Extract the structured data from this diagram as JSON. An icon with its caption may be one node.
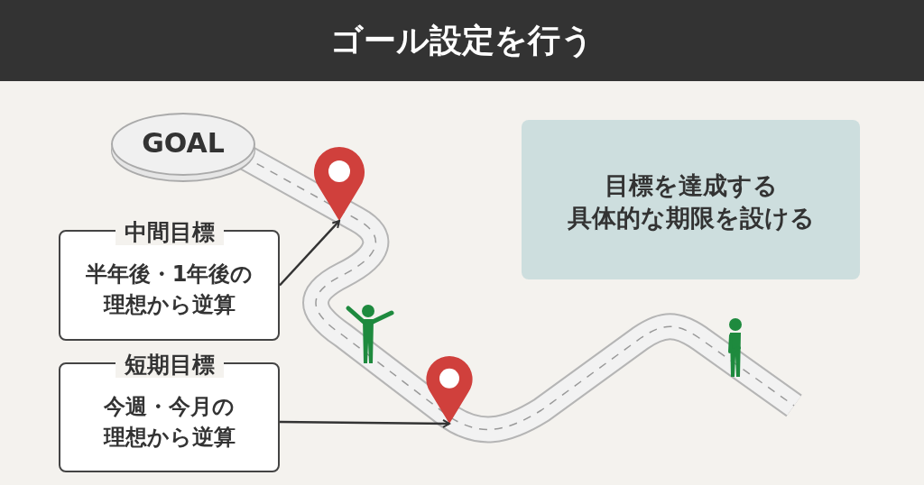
{
  "diagram": {
    "title": "ゴール設定を行う",
    "nodes": [
      {
        "text": [
          "GOAL"
        ]
      },
      {
        "text": [
          "中間目標",
          "半年後・1年後の理想から逆算"
        ]
      },
      {
        "text": [],
        "shape": "picture"
      },
      {
        "text": [
          "短期目標",
          "今週・今月の理想から逆算"
        ]
      },
      {
        "text": [],
        "shape": "picture"
      },
      {
        "text": [
          "目標を達成する具体的な期限を設ける"
        ]
      }
    ],
    "edges": [
      {
        "from": 1,
        "to": 2,
        "arrow": "to"
      },
      {
        "from": 3,
        "to": 4,
        "arrow": "to"
      }
    ]
  }
}
